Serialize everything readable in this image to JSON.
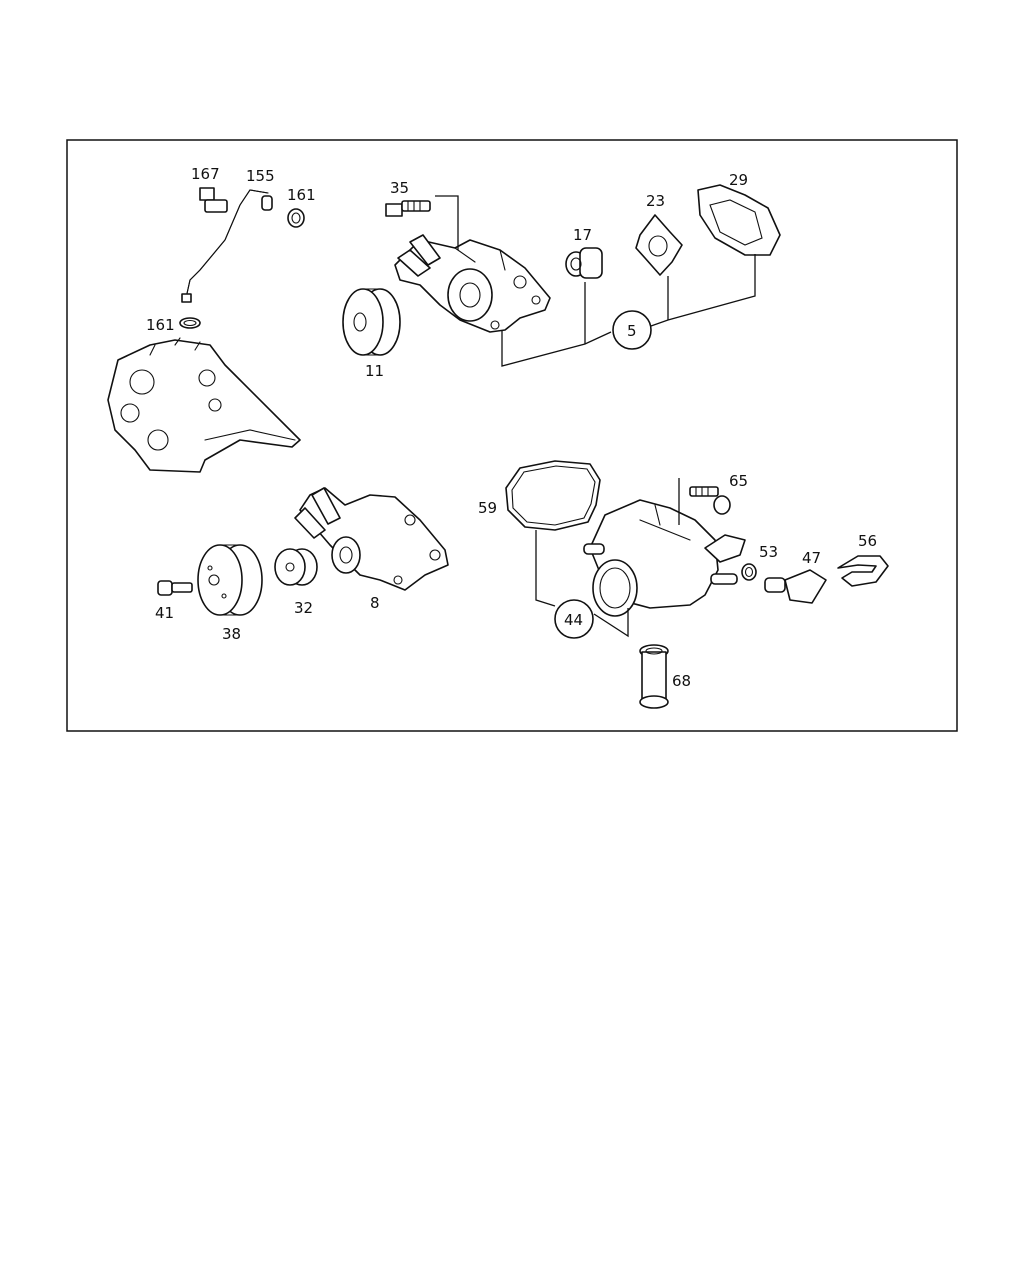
{
  "diagram": {
    "labels": {
      "p167": "167",
      "p155": "155",
      "p161a": "161",
      "p161b": "161",
      "p35": "35",
      "p17": "17",
      "p23": "23",
      "p29": "29",
      "p5": "5",
      "p11": "11",
      "p8": "8",
      "p32": "32",
      "p38": "38",
      "p41": "41",
      "p59": "59",
      "p65": "65",
      "p53": "53",
      "p47": "47",
      "p56": "56",
      "p44": "44",
      "p68": "68"
    }
  }
}
